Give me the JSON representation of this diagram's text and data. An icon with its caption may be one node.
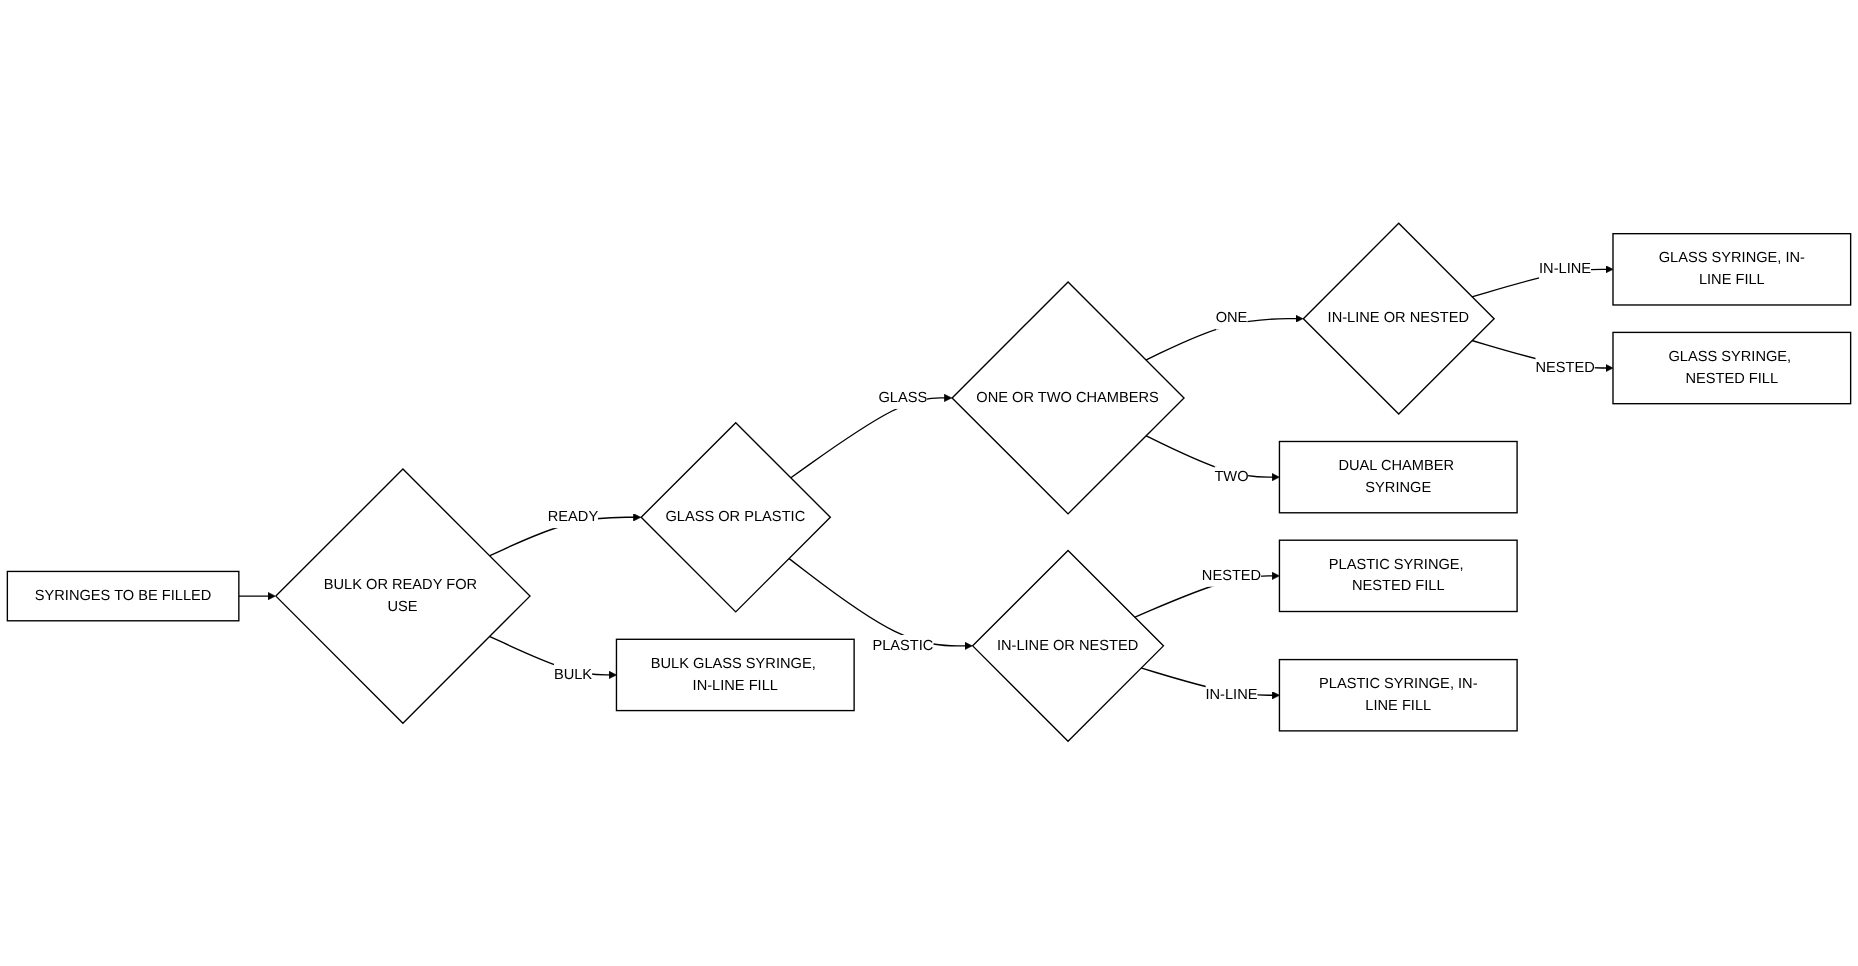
{
  "diagram": {
    "nodes": [
      {
        "text": [
          "SYRINGES TO BE FILLED"
        ]
      },
      {
        "text": [
          "BULK OR READY FOR USE"
        ]
      },
      {
        "text": [
          "GLASS OR PLASTIC"
        ]
      },
      {
        "text": [
          "ONE OR TWO CHAMBERS"
        ]
      },
      {
        "text": [
          "IN-LINE OR NESTED"
        ]
      },
      {
        "text": [
          "GLASS SYRINGE, IN-LINE FILL"
        ]
      },
      {
        "text": [
          "GLASS SYRINGE, NESTED FILL"
        ]
      },
      {
        "text": [
          "BULK GLASS SYRINGE, IN-LINE FILL"
        ]
      },
      {
        "text": [
          "IN-LINE OR NESTED"
        ]
      },
      {
        "text": [
          "DUAL CHAMBER SYRINGE"
        ]
      },
      {
        "text": [
          "PLASTIC SYRINGE, NESTED FILL"
        ]
      },
      {
        "text": [
          "PLASTIC SYRINGE, IN-LINE FILL"
        ]
      }
    ],
    "edges": [
      {
        "from": 0,
        "to": 1,
        "arrow": "to"
      },
      {
        "from": 1,
        "to": 2,
        "arrow": "to",
        "label": "READY"
      },
      {
        "from": 1,
        "to": 7,
        "arrow": "to",
        "label": "BULK"
      },
      {
        "from": 2,
        "to": 3,
        "arrow": "to",
        "label": "GLASS"
      },
      {
        "from": 2,
        "to": 8,
        "arrow": "to",
        "label": "PLASTIC"
      },
      {
        "from": 3,
        "to": 4,
        "arrow": "to",
        "label": "ONE"
      },
      {
        "from": 3,
        "to": 9,
        "arrow": "to",
        "label": "TWO"
      },
      {
        "from": 4,
        "to": 5,
        "arrow": "to",
        "label": "IN-LINE"
      },
      {
        "from": 4,
        "to": 6,
        "arrow": "to",
        "label": "NESTED"
      },
      {
        "from": 8,
        "to": 10,
        "arrow": "to",
        "label": "NESTED"
      },
      {
        "from": 8,
        "to": 11,
        "arrow": "to",
        "label": "IN-LINE"
      }
    ]
  }
}
